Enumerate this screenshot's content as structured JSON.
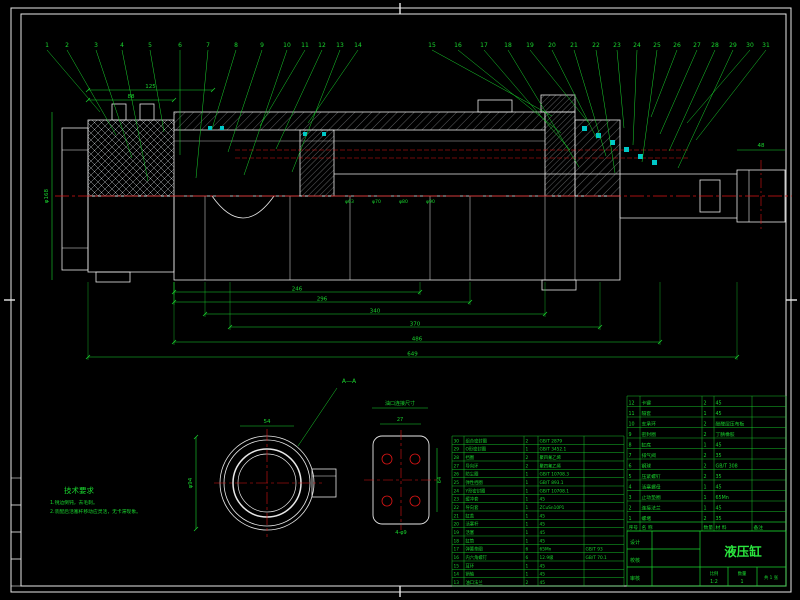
{
  "palette": {
    "bg": "#000000",
    "white": "#e8e8e8",
    "green": "#19d62e",
    "red": "#dd1515",
    "cyan": "#00c8c8"
  },
  "balloons": [
    "1",
    "2",
    "3",
    "4",
    "5",
    "6",
    "7",
    "8",
    "9",
    "10",
    "11",
    "12",
    "13",
    "14",
    "15",
    "16",
    "17",
    "18",
    "19",
    "20",
    "21",
    "22",
    "23",
    "24",
    "25",
    "26",
    "27",
    "28",
    "29",
    "30",
    "31"
  ],
  "dims": {
    "bottom": [
      "246",
      "296",
      "340",
      "370",
      "486",
      "649"
    ],
    "top": [
      "88",
      "125"
    ],
    "left_vertical": "φ168",
    "rod_end": "48",
    "bore_labels": [
      "φ63",
      "φ70",
      "φ80",
      "φ90"
    ]
  },
  "detail_view": {
    "label": "A—A",
    "dim_left": "φ94",
    "dim_top": "54"
  },
  "flange_view": {
    "title": "油口连接尺寸",
    "dim_top": "27",
    "dim_right": "64",
    "holes_note": "4-φ9"
  },
  "tech_req": {
    "heading": "技术要求",
    "lines": [
      "1.锐边倒钝，去毛刺。",
      "2.装配后活塞杆移动应灵活，无卡滞现象。"
    ]
  },
  "bom_left": {
    "rows": [
      [
        "30",
        "组合密封圈",
        "2",
        "GB/T 2879",
        ""
      ],
      [
        "29",
        "O形密封圈",
        "1",
        "GB/T 3452.1",
        ""
      ],
      [
        "28",
        "挡圈",
        "2",
        "聚四氟乙烯",
        ""
      ],
      [
        "27",
        "导向环",
        "2",
        "聚四氟乙烯",
        ""
      ],
      [
        "26",
        "防尘圈",
        "1",
        "GB/T 10708.3",
        ""
      ],
      [
        "25",
        "弹性挡圈",
        "1",
        "GB/T 893.1",
        ""
      ],
      [
        "24",
        "Y形密封圈",
        "1",
        "GB/T 10708.1",
        ""
      ],
      [
        "23",
        "缓冲套",
        "1",
        "45",
        ""
      ],
      [
        "22",
        "导向套",
        "1",
        "ZCuSn10P1",
        ""
      ],
      [
        "21",
        "缸盖",
        "1",
        "45",
        ""
      ],
      [
        "20",
        "活塞杆",
        "1",
        "45",
        ""
      ],
      [
        "19",
        "活塞",
        "1",
        "45",
        ""
      ],
      [
        "18",
        "缸筒",
        "1",
        "45",
        ""
      ],
      [
        "17",
        "弹簧垫圈",
        "6",
        "65Mn",
        "GB/T 93"
      ],
      [
        "16",
        "内六角螺钉",
        "6",
        "12.9级",
        "GB/T 70.1"
      ],
      [
        "15",
        "耳环",
        "1",
        "45",
        ""
      ],
      [
        "14",
        "销轴",
        "1",
        "45",
        ""
      ],
      [
        "13",
        "油口法兰",
        "2",
        "45",
        ""
      ]
    ]
  },
  "bom_right": {
    "headers": [
      "序号",
      "名  称",
      "数量",
      "材  料",
      "备注"
    ],
    "rows": [
      [
        "12",
        "卡键",
        "2",
        "45",
        ""
      ],
      [
        "11",
        "隔套",
        "1",
        "45",
        ""
      ],
      [
        "10",
        "支承环",
        "2",
        "酚醛层压布板",
        ""
      ],
      [
        "9",
        "密封圈",
        "2",
        "丁腈橡胶",
        ""
      ],
      [
        "8",
        "缸底",
        "1",
        "45",
        ""
      ],
      [
        "7",
        "排气阀",
        "2",
        "35",
        ""
      ],
      [
        "6",
        "钢球",
        "2",
        "GB/T 308",
        ""
      ],
      [
        "5",
        "压紧螺钉",
        "2",
        "35",
        ""
      ],
      [
        "4",
        "活塞螺母",
        "1",
        "45",
        ""
      ],
      [
        "3",
        "止动垫圈",
        "1",
        "65Mn",
        ""
      ],
      [
        "2",
        "连接法兰",
        "1",
        "45",
        ""
      ],
      [
        "1",
        "螺堵",
        "2",
        "35",
        ""
      ]
    ]
  },
  "title_block": {
    "name": "液压缸",
    "roles": [
      "设计",
      "校核",
      "审核"
    ],
    "scale_label": "比例",
    "scale": "1:2",
    "qty_label": "数量",
    "qty": "1",
    "sheet": "共 1 张"
  }
}
